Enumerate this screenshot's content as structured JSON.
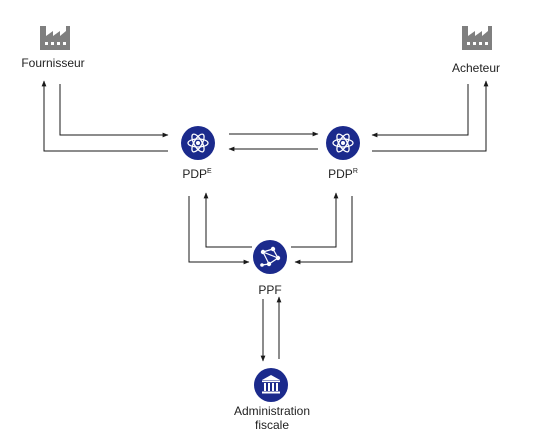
{
  "colors": {
    "node_fill": "#1b2a8c",
    "factory_gray": "#7f7f7f",
    "arrow": "#1a1a1a"
  },
  "nodes": {
    "fournisseur": {
      "label": "Fournisseur",
      "icon": "factory-icon"
    },
    "acheteur": {
      "label": "Acheteur",
      "icon": "factory-icon"
    },
    "pdp_e": {
      "label_main": "PDP",
      "label_sup": "E",
      "icon": "atom-icon"
    },
    "pdp_r": {
      "label_main": "PDP",
      "label_sup": "R",
      "icon": "atom-icon"
    },
    "ppf": {
      "label": "PPF",
      "icon": "network-icon"
    },
    "admin": {
      "label_line1": "Administration",
      "label_line2": "fiscale",
      "icon": "government-building-icon"
    }
  }
}
